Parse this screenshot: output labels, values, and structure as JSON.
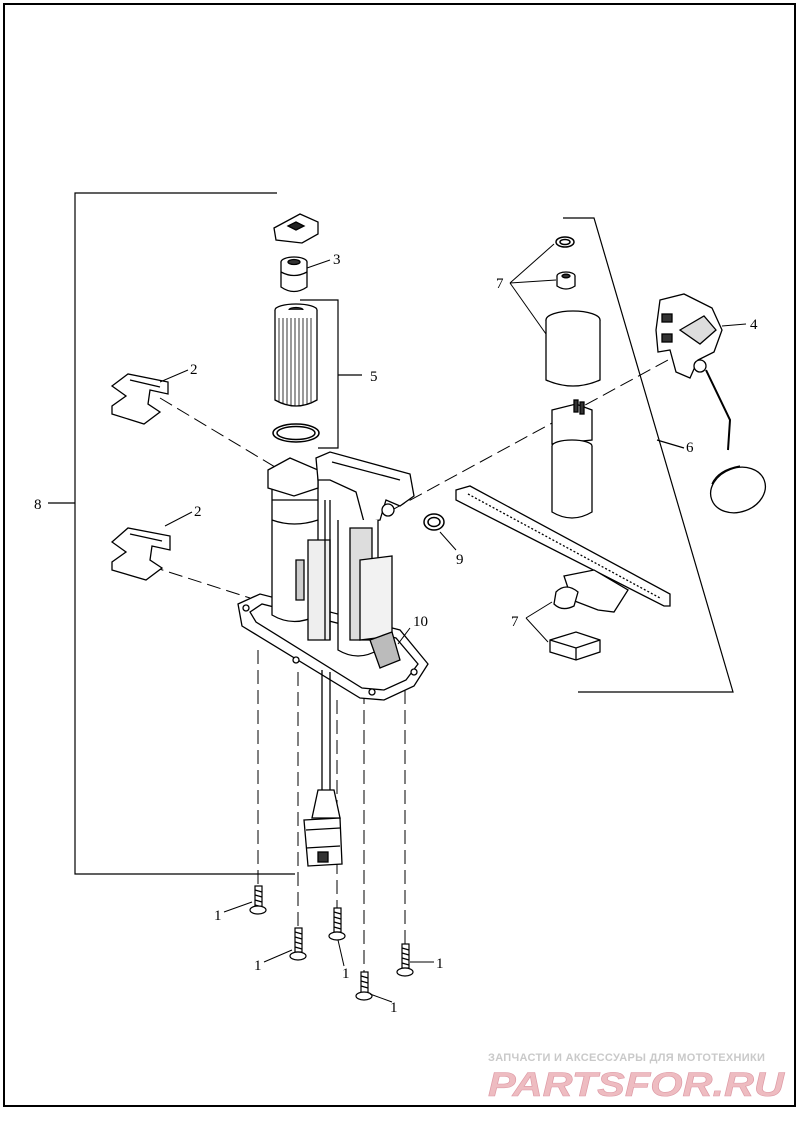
{
  "callouts": {
    "c1": "1",
    "c2": "2",
    "c3": "3",
    "c4": "4",
    "c5": "5",
    "c6": "6",
    "c7": "7",
    "c8": "8",
    "c9": "9",
    "c10": "10"
  },
  "watermark": {
    "tagline": "ЗАПЧАСТИ И АКСЕССУАРЫ ДЛЯ МОТОТЕХНИКИ",
    "logo": "PARTSFOR.RU"
  },
  "colors": {
    "line": "#000000",
    "watermark_text": "#c9c9c9",
    "watermark_logo": "#e8a0a8"
  }
}
